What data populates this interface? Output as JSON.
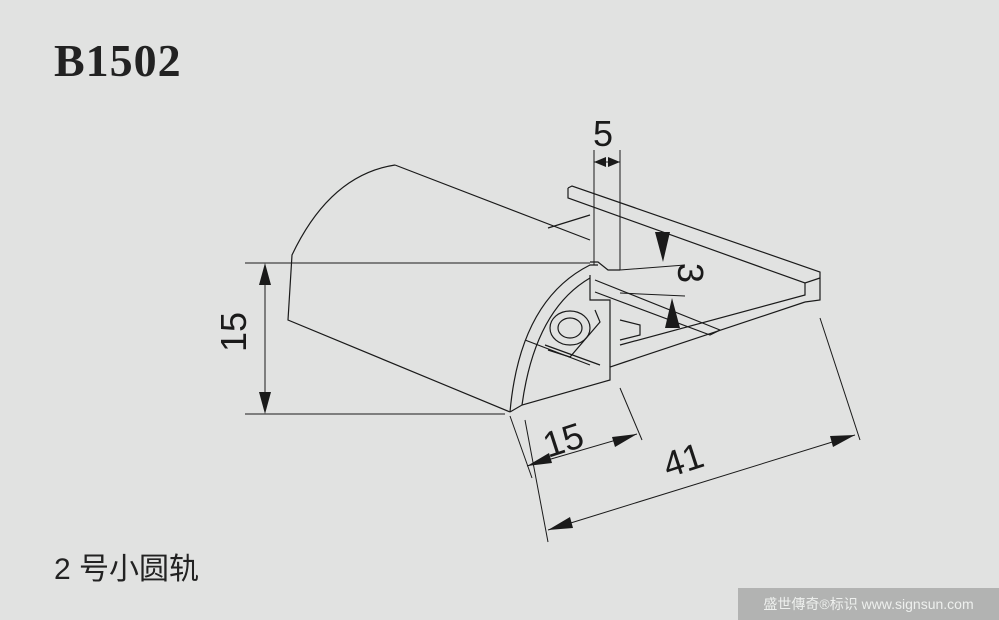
{
  "title": "B1502",
  "caption": "2 号小圆轨",
  "dimensions": {
    "height_left": "15",
    "width_front": "15",
    "total_width": "41",
    "slot_width": "5",
    "slot_height": "3"
  },
  "watermark": "盛世傳奇®标识 www.signsun.com",
  "colors": {
    "background": "#e1e2e1",
    "line": "#1a1a1a",
    "watermark_bg": "#b2b3b2"
  }
}
